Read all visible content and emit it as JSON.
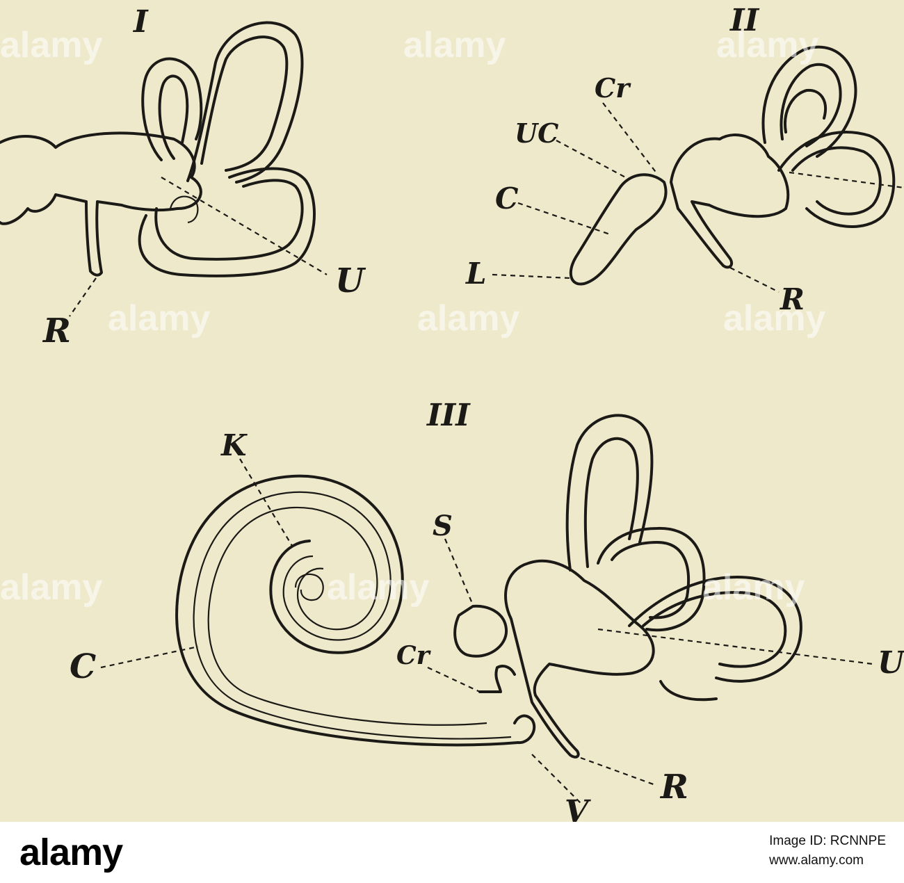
{
  "figure": {
    "panel_labels": [
      "I",
      "II",
      "III"
    ],
    "panel_I_labels": {
      "R": "R",
      "U": "U"
    },
    "panel_II_labels": {
      "Cr": "Cr",
      "UC": "UC",
      "C": "C",
      "L": "L",
      "R": "R"
    },
    "panel_III_labels": {
      "K": "K",
      "S": "S",
      "C": "C",
      "Cr": "Cr",
      "U": "U",
      "R": "R",
      "V": "V"
    }
  },
  "watermark": {
    "text": "alamy",
    "color": "#ffffff"
  },
  "footer": {
    "logo": "alamy",
    "image_id_label": "Image ID: RCNNPE",
    "url": "www.alamy.com"
  },
  "colors": {
    "paper": "#efe9cc",
    "ink": "#1b1a16",
    "footer_bg": "#ffffff"
  }
}
